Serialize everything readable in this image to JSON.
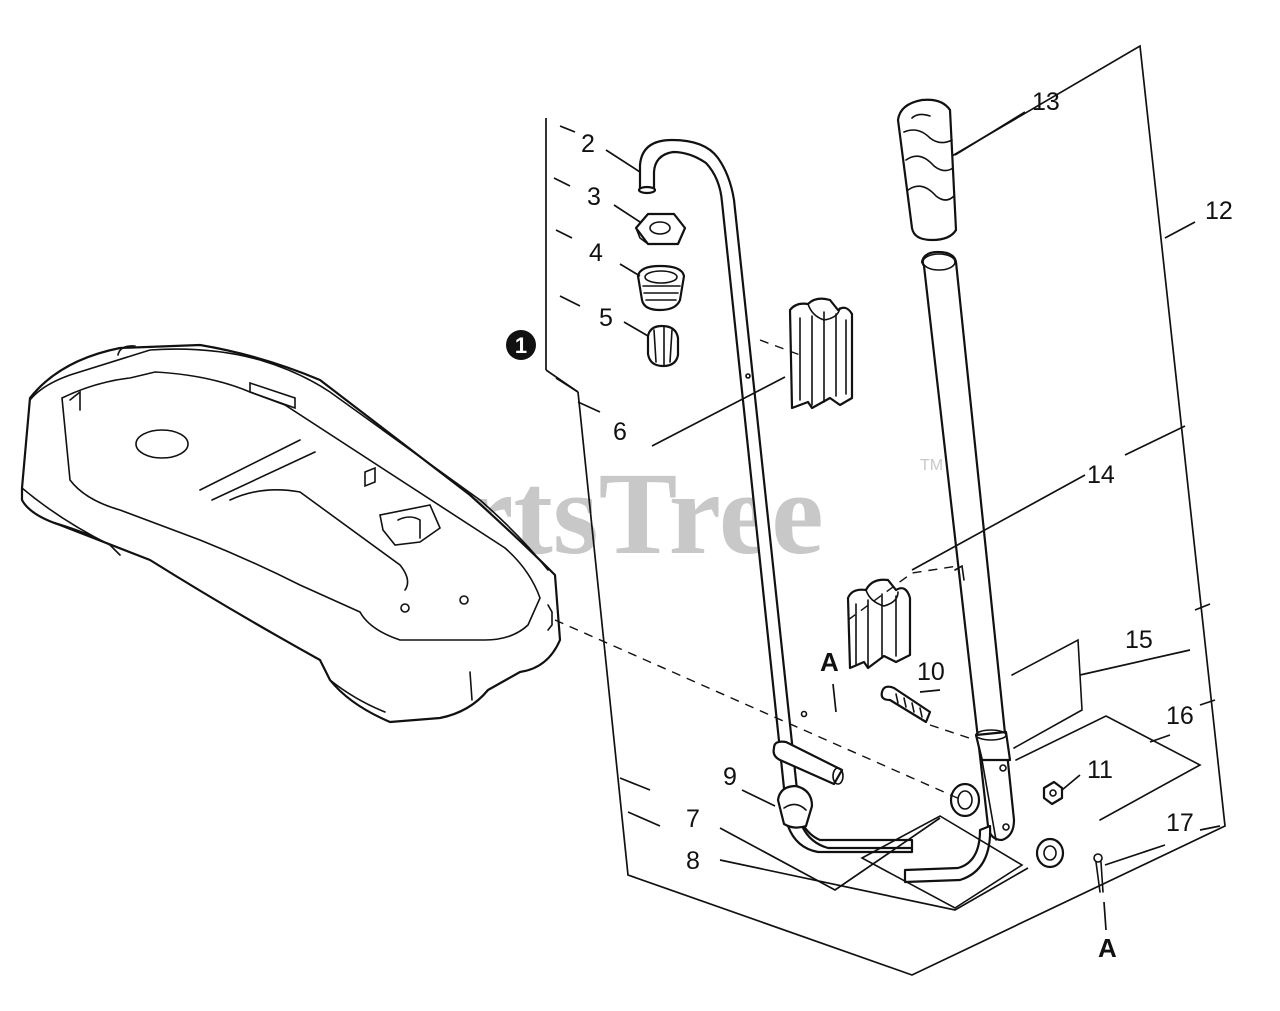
{
  "diagram": {
    "watermark": {
      "text": "PartsTree",
      "tm": "TM"
    },
    "callouts": [
      {
        "id": "1",
        "label": "1",
        "style": "badge"
      },
      {
        "id": "2",
        "label": "2"
      },
      {
        "id": "3",
        "label": "3"
      },
      {
        "id": "4",
        "label": "4"
      },
      {
        "id": "5",
        "label": "5"
      },
      {
        "id": "6",
        "label": "6"
      },
      {
        "id": "7",
        "label": "7"
      },
      {
        "id": "8",
        "label": "8"
      },
      {
        "id": "9",
        "label": "9"
      },
      {
        "id": "10",
        "label": "10"
      },
      {
        "id": "11",
        "label": "11"
      },
      {
        "id": "12",
        "label": "12"
      },
      {
        "id": "13",
        "label": "13"
      },
      {
        "id": "14",
        "label": "14"
      },
      {
        "id": "15",
        "label": "15"
      },
      {
        "id": "16",
        "label": "16"
      },
      {
        "id": "17",
        "label": "17"
      }
    ],
    "reference_letters": [
      {
        "id": "a-upper",
        "label": "A"
      },
      {
        "id": "a-lower",
        "label": "A"
      }
    ]
  }
}
